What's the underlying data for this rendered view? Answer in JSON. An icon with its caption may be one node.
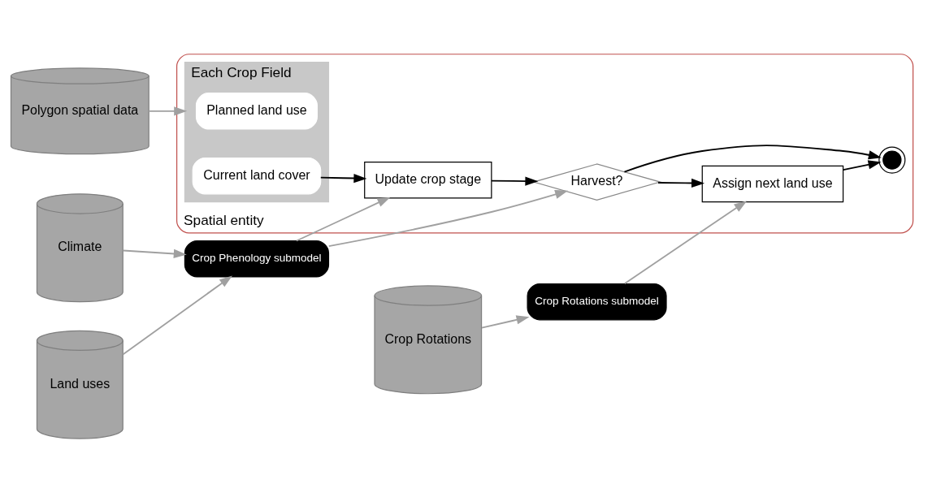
{
  "diagram": {
    "nodes": [
      {
        "text": [
          "Polygon spatial data"
        ]
      },
      {
        "text": [
          "Climate"
        ]
      },
      {
        "text": [
          "Land uses"
        ]
      },
      {
        "text": [
          "Crop Rotations"
        ]
      },
      {
        "text": [
          "Crop Phenology submodel"
        ]
      },
      {
        "text": [
          "Crop Rotations submodel"
        ]
      },
      {
        "text": [
          "Spatial entity"
        ]
      },
      {
        "text": [
          "Each Crop Field"
        ],
        "in": 6
      },
      {
        "text": [
          "Planned land use"
        ],
        "in": 7
      },
      {
        "text": [
          "Current land cover"
        ],
        "in": 7
      },
      {
        "text": [
          "Update crop stage"
        ],
        "in": 6
      },
      {
        "text": [
          "Harvest?"
        ],
        "in": 6
      },
      {
        "text": [
          "Assign next land use"
        ],
        "in": 6
      },
      {
        "text": [],
        "shape": "circle",
        "in": 6
      }
    ],
    "edges": [
      {
        "from": 0,
        "to": 7,
        "arrow": "to"
      },
      {
        "from": 1,
        "to": 4,
        "arrow": "to"
      },
      {
        "from": 2,
        "to": 4,
        "arrow": "to"
      },
      {
        "from": 3,
        "to": 5,
        "arrow": "to"
      },
      {
        "from": 4,
        "to": 10,
        "arrow": "to"
      },
      {
        "from": 4,
        "to": 11,
        "arrow": "to"
      },
      {
        "from": 5,
        "to": 12,
        "arrow": "to"
      },
      {
        "from": 9,
        "to": 10,
        "arrow": "to",
        "color": "#000000"
      },
      {
        "from": 10,
        "to": 11,
        "arrow": "to",
        "color": "#000000"
      },
      {
        "from": 11,
        "to": 12,
        "arrow": "to",
        "color": "#000000"
      },
      {
        "from": 11,
        "to": 13,
        "arrow": "to",
        "color": "#000000"
      },
      {
        "from": 12,
        "to": 13,
        "arrow": "to",
        "color": "#000000"
      }
    ]
  }
}
